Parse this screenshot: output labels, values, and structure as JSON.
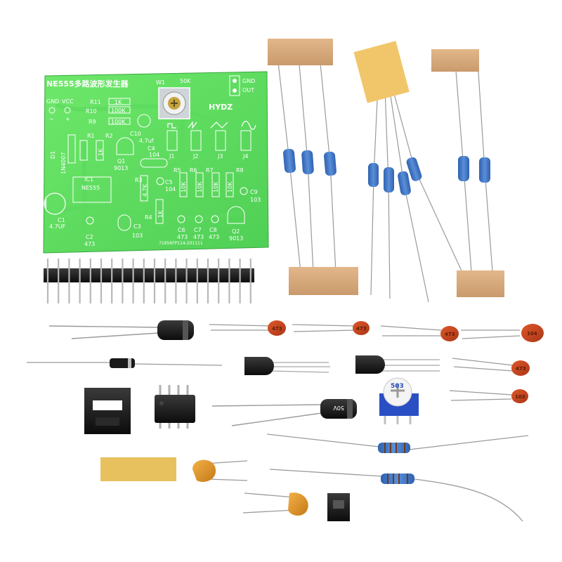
{
  "pcb": {
    "title": "NE555多路波形发生器",
    "brand": "HYDZ",
    "pot_name": "W1",
    "pot_value": "50K",
    "header_gnd": "GND",
    "header_out": "OUT",
    "pwr_gnd": "GND",
    "pwr_vcc": "VCC",
    "r11": "R11",
    "r11_val": "1K",
    "r10": "R10",
    "r10_val": "100K",
    "r9": "R9",
    "r9_val": "100K",
    "c10": "C10",
    "c10_val": "4.7uf",
    "r1": "R1",
    "r2": "R2",
    "r2_val": "1K",
    "d1": "D1",
    "d1_val": "1N4007",
    "q1": "Q1",
    "q1_val": "9013",
    "c4": "C4",
    "c4_val": "104",
    "j1": "J1",
    "j2": "J2",
    "j3": "J3",
    "j4": "J4",
    "ic1": "IC1",
    "ic1_val": "NE555",
    "r3": "R3",
    "r3_val": "4.7K",
    "c5": "C5",
    "c5_val": "104",
    "r5": "R5",
    "r6": "R6",
    "r7": "R7",
    "r8": "R8",
    "r5_val": "10K",
    "r6_val": "10K",
    "r7_val": "10K",
    "r8_val": "10K",
    "c9": "C9",
    "c9_val": "103",
    "c1": "C1",
    "c1_val": "4.7UF",
    "r4": "R4",
    "r4_val": "1K",
    "c3": "C3",
    "c3_val": "103",
    "c2": "C2",
    "c2_val": "473",
    "c6": "C6",
    "c6_val": "473",
    "c7": "C7",
    "c7_val": "473",
    "c8": "C8",
    "c8_val": "473",
    "q2": "Q2",
    "q2_val": "9013",
    "serial": "71956FP114-201111"
  },
  "parts": {
    "ceramic_labels": [
      "473",
      "473",
      "473",
      "104",
      "473",
      "103"
    ],
    "trimmer_label": "503",
    "elec_cap_label": "50V"
  }
}
